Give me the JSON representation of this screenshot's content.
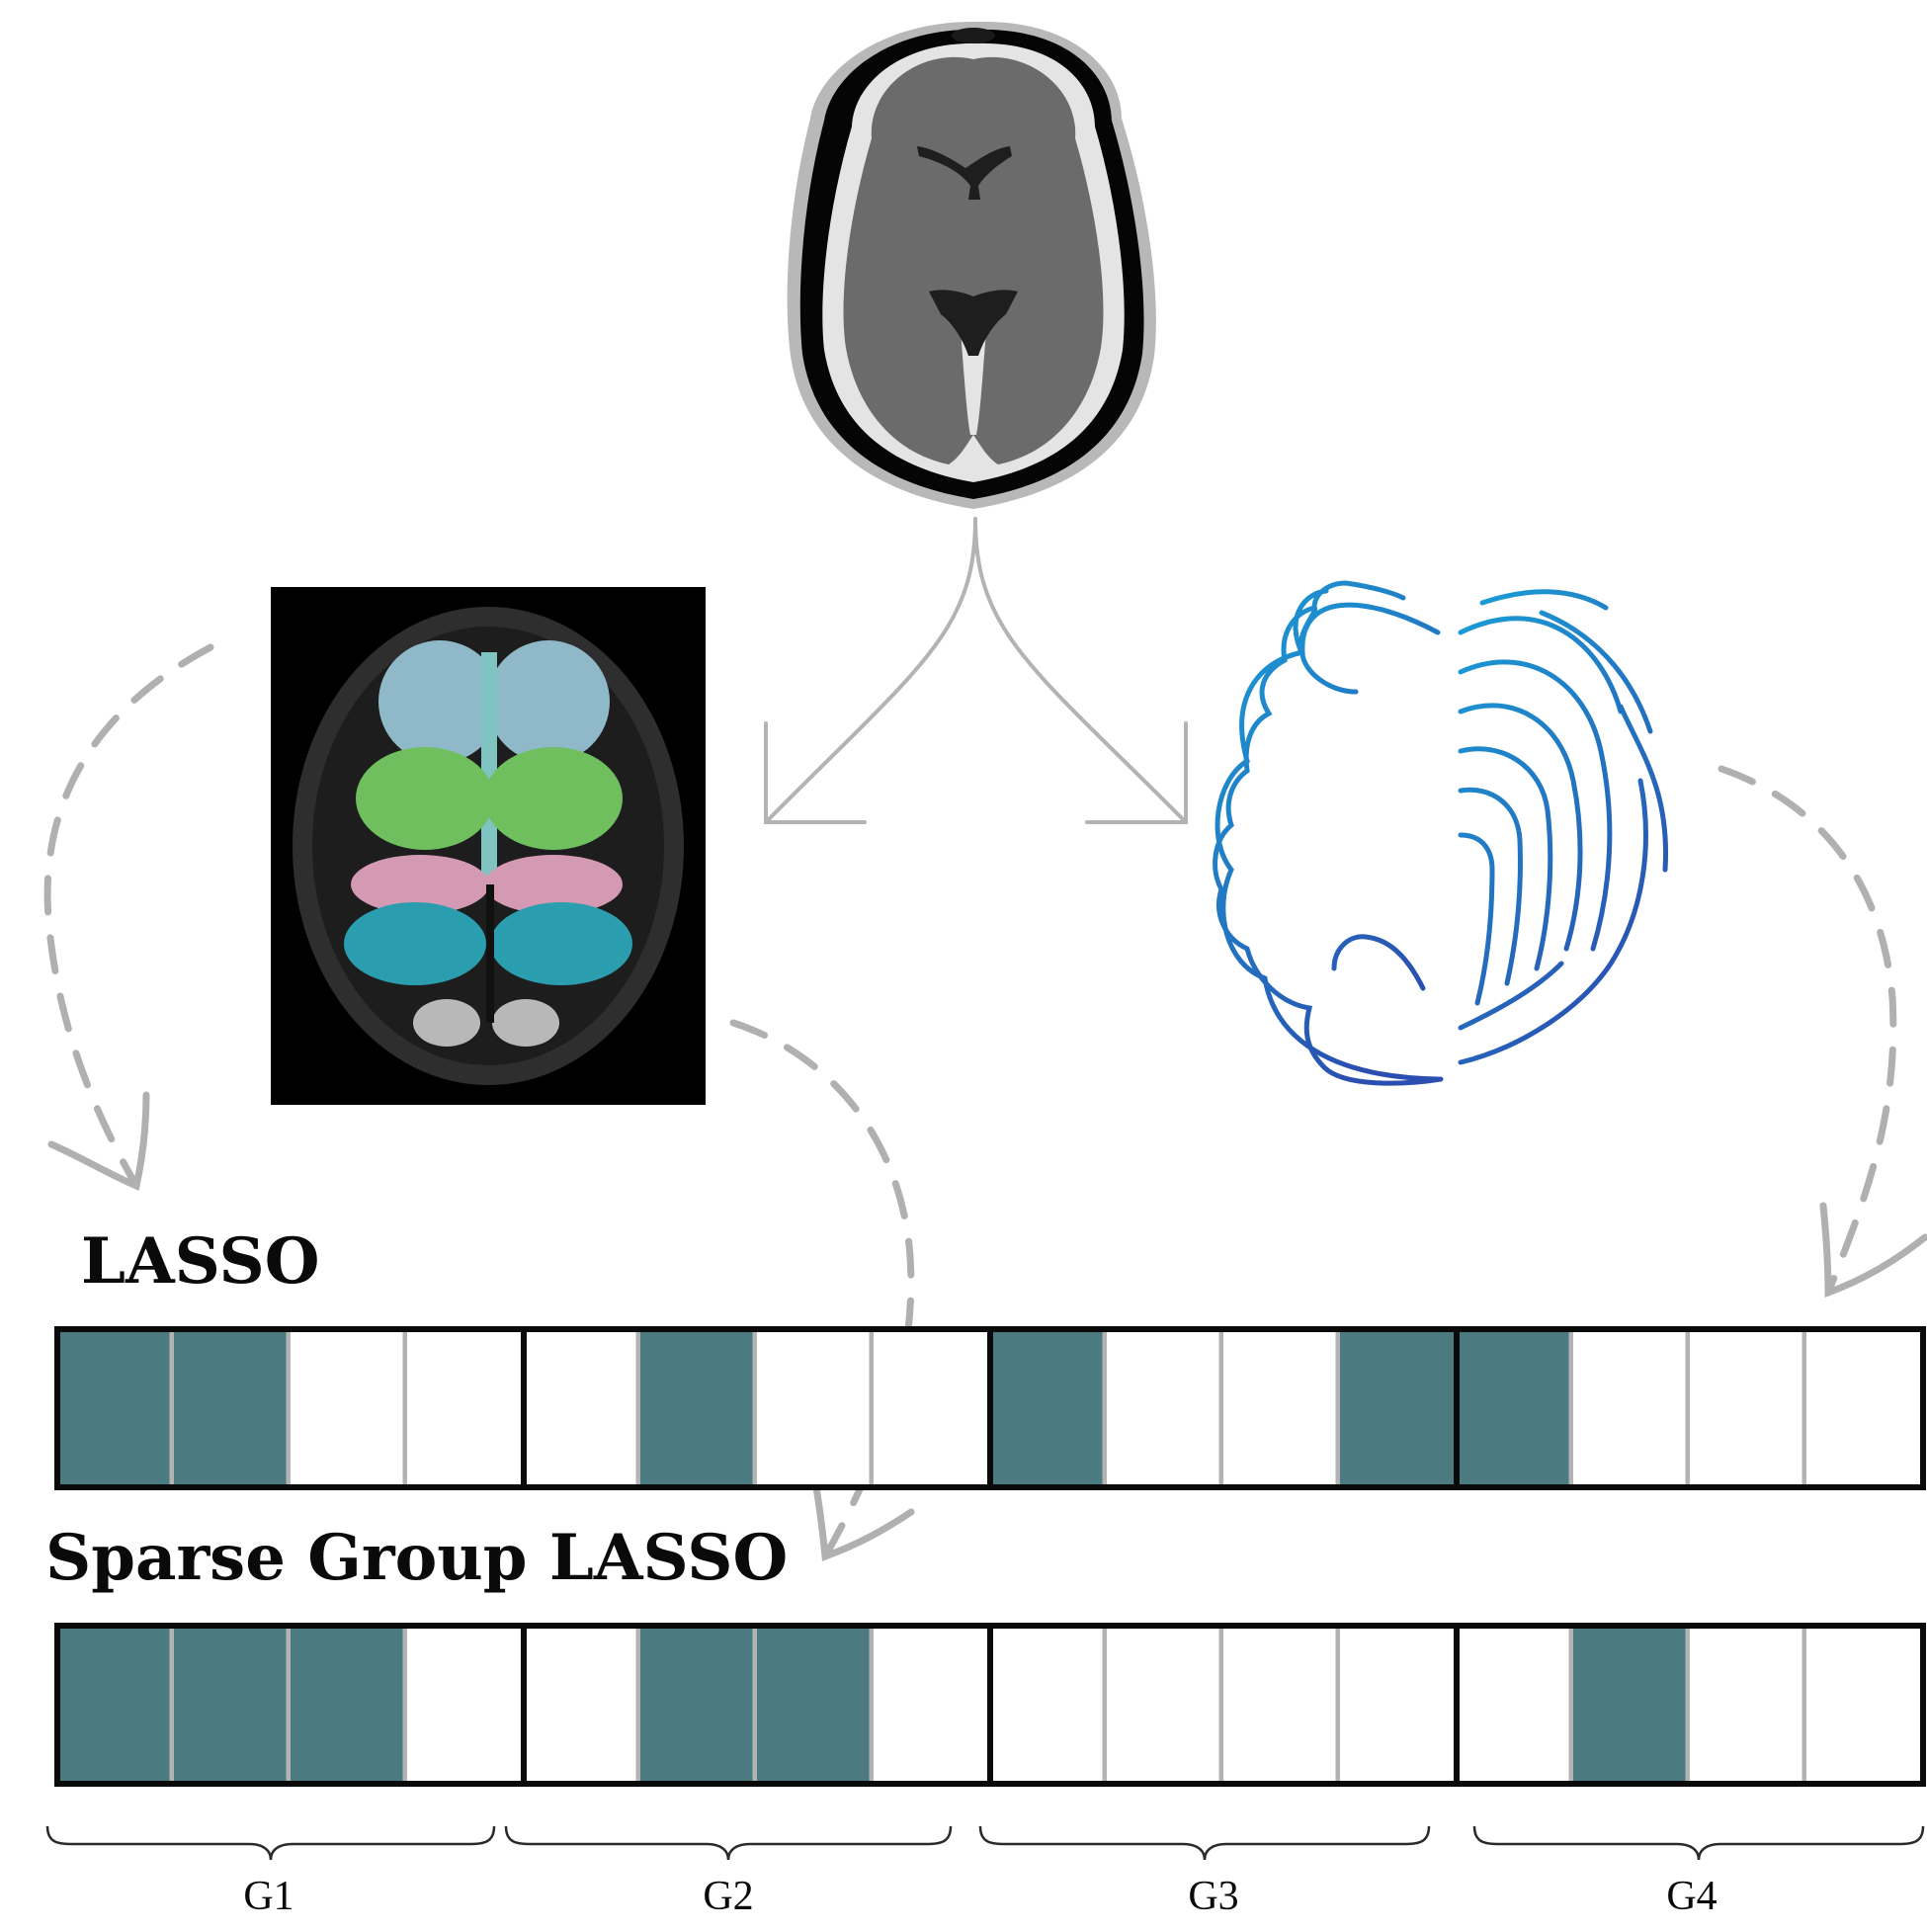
{
  "rows": [
    {
      "key": "lasso",
      "title": "LASSO",
      "selected": [
        [
          1,
          1,
          0,
          0
        ],
        [
          0,
          1,
          0,
          0
        ],
        [
          1,
          0,
          0,
          1
        ],
        [
          1,
          0,
          0,
          0
        ]
      ]
    },
    {
      "key": "sgl",
      "title": "Sparse Group LASSO",
      "selected": [
        [
          1,
          1,
          1,
          0
        ],
        [
          0,
          1,
          1,
          0
        ],
        [
          0,
          0,
          0,
          0
        ],
        [
          0,
          1,
          0,
          0
        ]
      ]
    }
  ],
  "groups": [
    "G1",
    "G2",
    "G3",
    "G4"
  ],
  "colors": {
    "selected": "#4b7a80",
    "divider": "#b3b3b3",
    "frame": "#0a0a0a",
    "arrow": "#b3b3b3",
    "dashed_arrow": "#b0b0b0",
    "tract_blue": "#8fb9c8",
    "tract_green": "#6fbf5f",
    "tract_pink": "#d49ab4",
    "tract_teal": "#2a9eae",
    "tract_gray": "#b8b8b8",
    "brain_icon_light": "#1a9fd6",
    "brain_icon_dark": "#2a4fb0"
  },
  "icons": {
    "top": "ct-brain-scan-icon",
    "left": "tractography-image",
    "right": "brain-fingerprint-icon"
  }
}
